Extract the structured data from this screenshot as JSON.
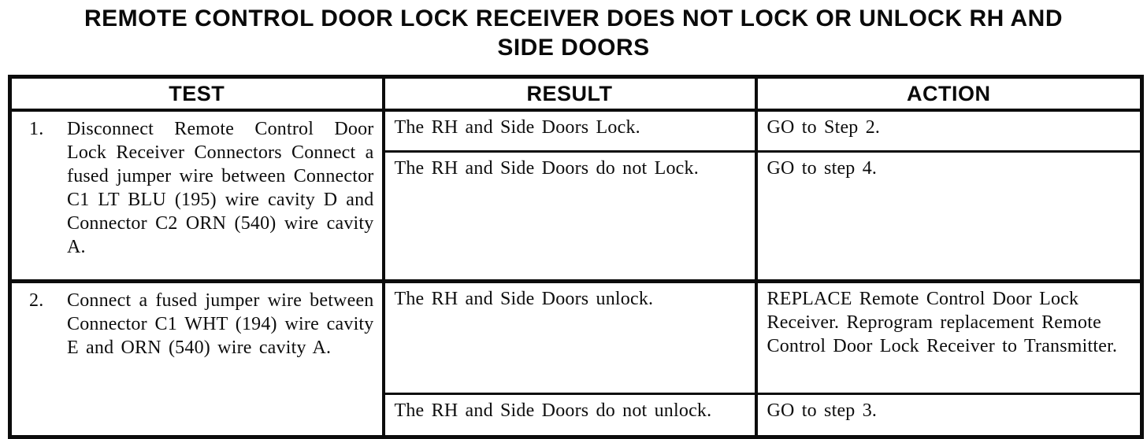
{
  "title": {
    "lines": [
      "REMOTE CONTROL DOOR LOCK RECEIVER DOES NOT LOCK OR UNLOCK RH AND",
      "SIDE DOORS"
    ]
  },
  "table": {
    "headers": [
      "TEST",
      "RESULT",
      "ACTION"
    ],
    "rows": [
      {
        "num": "1.",
        "test": "Disconnect Remote Control Door Lock Receiver Connectors Connect a fused jumper wire between Connector C1 LT BLU (195) wire cavity D and Connector C2 ORN (540) wire cavity A.",
        "outcomes": [
          {
            "result": "The RH and Side Doors Lock.",
            "action": "GO to Step 2."
          },
          {
            "result": "The RH and Side Doors do not Lock.",
            "action": "GO to step 4."
          }
        ]
      },
      {
        "num": "2.",
        "test": "Connect a fused jumper wire between Connector C1 WHT (194) wire cavity E and ORN (540) wire cavity A.",
        "outcomes": [
          {
            "result": "The RH and Side Doors unlock.",
            "action": "REPLACE Remote Control Door Lock Receiver. Reprogram replacement Remote Control Door Lock Receiver to Transmitter."
          },
          {
            "result": "The RH and Side Doors do not unlock.",
            "action": "GO to step 3."
          }
        ]
      }
    ]
  },
  "colors": {
    "ink": "#0c0c0c",
    "paper": "#ffffff"
  }
}
